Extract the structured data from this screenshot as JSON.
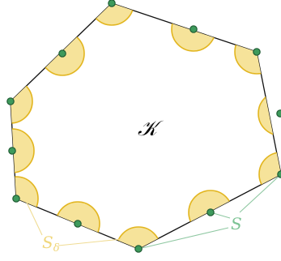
{
  "labels": {
    "body": "𝒦",
    "point_set": "S",
    "delta_set": "S",
    "delta_subscript": "δ"
  },
  "colors": {
    "hull_stroke": "#111111",
    "disk_fill": "#f6e39a",
    "disk_stroke": "#e2b51e",
    "point_fill": "#3e9a5c",
    "point_stroke": "#1f5c33",
    "s_label": "#7cc394",
    "s_delta_label": "#f0d77c"
  }
}
